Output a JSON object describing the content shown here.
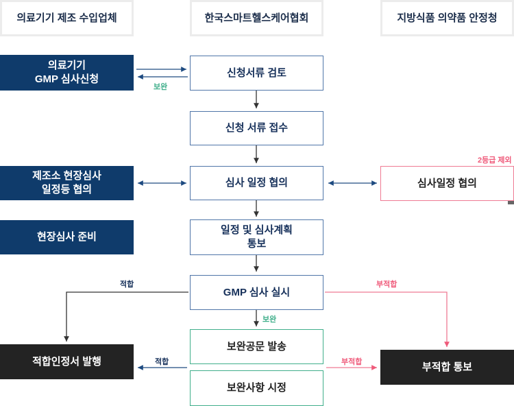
{
  "headers": [
    "의료기기 제조 수입업체",
    "한국스마트헬스케어협회",
    "지방식품 의약품 안정청"
  ],
  "left": {
    "apply": "의료기기\nGMP 심사신청",
    "schedule": "제조소 현장심사\n일정등 협의",
    "prepare": "현장심사 준비",
    "certificate": "적합인정서 발행"
  },
  "center": {
    "review": "신청서류 검토",
    "receive": "신청 서류 접수",
    "schedule": "심사 일정 협의",
    "notify": "일정 및 심사계획\n통보",
    "audit": "GMP 심사 실시",
    "supplement_send": "보완공문 발송",
    "supplement_fix": "보완사항 시정"
  },
  "right": {
    "schedule": "심사일정 협의",
    "schedule_note": "2등급 제외",
    "fail": "부적합 통보"
  },
  "labels": {
    "supplement_top": "보완",
    "supplement_mid": "보완",
    "pass_top": "적합",
    "pass_bottom": "적합",
    "fail_top": "부적합",
    "fail_bottom": "부적합"
  },
  "colors": {
    "navy": "#0f3b6b",
    "green": "#3fae8a",
    "pink": "#ef5a7a",
    "dark": "#232323"
  }
}
